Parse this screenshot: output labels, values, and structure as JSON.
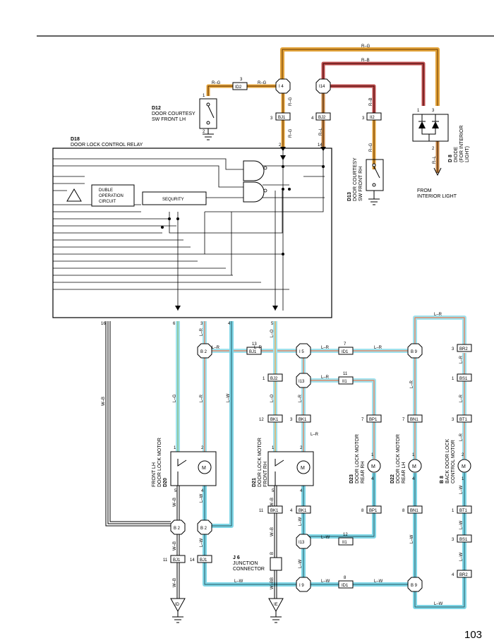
{
  "page_number": "103",
  "colors": {
    "wire_rg": "#e3a33a",
    "wire_rb": "#c05050",
    "wire_rl": "#c98a4a",
    "wire_lw": "#7fd6e6",
    "wire_lr_outline": "#9fe2ee",
    "wire_lr_core": "#e08a6a",
    "wire_lo_core": "#e8b060",
    "wire_lg_core": "#88c088",
    "ink": "#000000"
  },
  "components": {
    "d18": {
      "code": "D18",
      "name": "DOOR LOCK CONTROL RELAY"
    },
    "d12": {
      "code": "D12",
      "line1": "DOOR COURTESY",
      "line2": "SW FRONT LH"
    },
    "d13": {
      "code": "D13",
      "line1": "DOOR COURTESY",
      "line2": "SW FRONT RH"
    },
    "d8": {
      "code": "D 8",
      "line1": "DIODE",
      "line2": "(FOR INTERIOR",
      "line3": "LIGHT)"
    },
    "from_light": {
      "line1": "FROM",
      "line2": "INTERIOR LIGHT"
    },
    "duble": {
      "line1": "DUBLE",
      "line2": "OPERATION",
      "line3": "CIRCUIT"
    },
    "sequrity": "SEQURITY",
    "d20": {
      "code": "D20",
      "line1": "DOOR LOCK MOTOR",
      "line2": "FRONT LH"
    },
    "d21": {
      "code": "D21",
      "line1": "DOOR LOCK MOTOR",
      "line2": "FRONT RH"
    },
    "d23": {
      "code": "D23",
      "line1": "DOOR LOCK MOTOR",
      "line2": "REAR RH"
    },
    "d22": {
      "code": "D22",
      "line1": "DOOR LOCK MOTOR",
      "line2": "REAR LH"
    },
    "b8": {
      "code": "B 8",
      "line1": "BACK DOOR LOCK",
      "line2": "CONTROL MOTOR"
    },
    "j6": {
      "code": "J 6",
      "line1": "JUNCTION",
      "line2": "CONNECTOR"
    },
    "motor_symbol": "M"
  },
  "connectors": {
    "id2": "ID2",
    "bj1": "BJ1",
    "bj2": "BJ2",
    "ii2": "II2",
    "id1": "ID1",
    "ii1": "II1",
    "bk1": "BK1",
    "bp1": "BP1",
    "bn1": "BN1",
    "br2": "BR2",
    "bs1": "BS1",
    "bt1": "BT1"
  },
  "splices": {
    "i4": "I 4",
    "i14": "I14",
    "i5": "I 5",
    "i13": "I13",
    "i9": "I 9",
    "b9": "B 9",
    "b2": "B 2",
    "id": "ID",
    "ie": "IE"
  },
  "wire_colors": {
    "rg": "R–G",
    "rb": "R–B",
    "rl": "R–L",
    "lr": "L–R",
    "lo": "L–O",
    "lg": "L–G",
    "lw": "L–W",
    "wb": "W–B",
    "b": "B"
  },
  "pins": {
    "p1": "1",
    "p2": "2",
    "p3": "3",
    "p4": "4",
    "p5": "5",
    "p6": "6",
    "p7": "7",
    "p8": "8",
    "p11": "11",
    "p12": "12",
    "p13": "13",
    "p14": "14",
    "p16": "16"
  }
}
